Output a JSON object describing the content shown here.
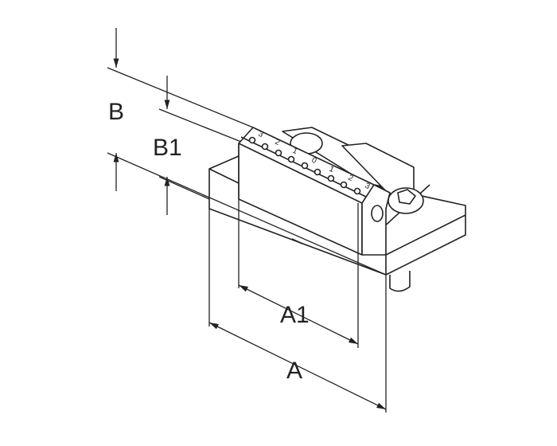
{
  "drawing": {
    "dimensions": {
      "A": "A",
      "A1": "A1",
      "B": "B",
      "B1": "B1"
    },
    "ruler_scale": [
      "3",
      "2",
      "1",
      "0",
      "1",
      "2",
      "3"
    ],
    "line_color": "#222222"
  }
}
